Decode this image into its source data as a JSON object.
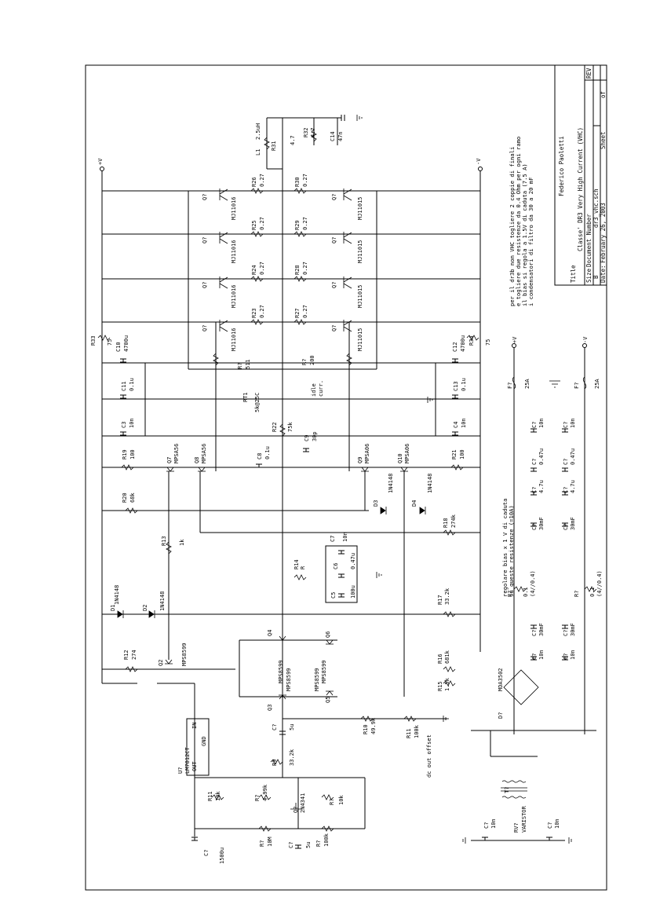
{
  "title_block": {
    "author": "Federico Paoletti",
    "title_label": "Title",
    "title": "Classe' DR3 Very High Current (VHC)",
    "size_label": "Size",
    "size": "B",
    "docnum_label": "Document Number",
    "docnum": "dr3_vhc.sch",
    "rev_label": "REV",
    "date_label": "Date:",
    "date": "February 26, 2003",
    "sheet_label": "Sheet",
    "of_label": "of"
  },
  "notes": {
    "top": [
      "per il dr3b non VHC togliere 2 coppie di finali",
      "e togliere due resistenze da 0.4 Ohm per ogni ramo",
      "il bias si regola a 1.5V di caduta (7.5 A)",
      "i condensatori di filtro da 30 a 20 mF"
    ],
    "bias": [
      "regolare bias x 1 V di caduta",
      "su queste resistenze (=10A)"
    ],
    "offset": "dc out offset",
    "idle": [
      "idle",
      "curr."
    ]
  },
  "rails": {
    "pos": "+V",
    "neg": "-V"
  },
  "components": {
    "L1": [
      "L1",
      "2.5uH"
    ],
    "R31": [
      "R31",
      "4.7"
    ],
    "R32": [
      "R32",
      "4.7"
    ],
    "C14": [
      "C14",
      "47n"
    ],
    "R26": [
      "R26",
      "0.27"
    ],
    "R25": [
      "R25",
      "0.27"
    ],
    "R24": [
      "R24",
      "0.27"
    ],
    "R23": [
      "R23",
      "0.27"
    ],
    "R30": [
      "R30",
      "0.27"
    ],
    "R29": [
      "R29",
      "0.27"
    ],
    "R28": [
      "R28",
      "0.27"
    ],
    "R27": [
      "R27",
      "0.27"
    ],
    "Q_n": [
      "Q?",
      "MJ11016"
    ],
    "Q_p": [
      "Q?",
      "MJ11015"
    ],
    "R33": [
      "R33",
      "75"
    ],
    "R34": [
      "R34",
      "75"
    ],
    "C10": [
      "C10",
      "4700u"
    ],
    "C12": [
      "C12",
      "4700u"
    ],
    "C11": [
      "C11",
      "0.1u"
    ],
    "C13": [
      "C13",
      "0.1u"
    ],
    "C3": [
      "C3",
      "10n"
    ],
    "C4": [
      "C4",
      "10n"
    ],
    "R7a": [
      "R?",
      "511"
    ],
    "R7b": [
      "R?",
      "200"
    ],
    "RT1": [
      "RT1",
      "5k@25C"
    ],
    "R22": [
      "R22",
      "75k"
    ],
    "C9": [
      "C9",
      "30p"
    ],
    "C8": [
      "C8",
      "0.1u"
    ],
    "Q7": [
      "Q7",
      "MPSA56"
    ],
    "Q8": [
      "Q8",
      "MPSA56"
    ],
    "Q9": [
      "Q9",
      "MPSA06"
    ],
    "Q10": [
      "Q10",
      "MPSA06"
    ],
    "R19": [
      "R19",
      "100"
    ],
    "R21": [
      "R21",
      "100"
    ],
    "R20": [
      "R20",
      "68k"
    ],
    "D3": [
      "D3",
      "1N4148"
    ],
    "D4": [
      "D4",
      "1N4148"
    ],
    "R18": [
      "R18",
      "274k"
    ],
    "R13": [
      "R13",
      "1k"
    ],
    "R14": [
      "R14",
      "R"
    ],
    "C7a": [
      "C7",
      "10n"
    ],
    "C6": [
      "C6",
      "0.47u"
    ],
    "C5": [
      "C5",
      "100u"
    ],
    "R17": [
      "R17",
      "33.2k"
    ],
    "D1": [
      "D1",
      "1N4148"
    ],
    "D2": [
      "D2",
      "1N4148"
    ],
    "Q4": [
      "Q4",
      "MPS8599"
    ],
    "Q6": [
      "Q6",
      "MPS8599"
    ],
    "Q3": [
      "Q3",
      "MPS8599"
    ],
    "Q5": [
      "Q5",
      "MPS8599"
    ],
    "R12": [
      "R12",
      "274"
    ],
    "Q2": [
      "Q2",
      "MPS8599"
    ],
    "R16": [
      "R16",
      "681k"
    ],
    "R15": [
      "R15",
      "1.5k"
    ],
    "U1": [
      "U?",
      "LM7812CT"
    ],
    "U1_pins": [
      "IN",
      "OUT",
      "GND"
    ],
    "C7b": [
      "C?",
      "5u"
    ],
    "R9": [
      "R9",
      "33.2k"
    ],
    "R10": [
      "R10",
      "49.9k"
    ],
    "R11": [
      "R11",
      "100k"
    ],
    "R11b": [
      "R11",
      "10k"
    ],
    "R7c": [
      "R?",
      "4.99k"
    ],
    "Q1": [
      "Q?",
      "2N4341"
    ],
    "R7d": [
      "R?",
      "10k"
    ],
    "C7c": [
      "C?",
      "1500u"
    ],
    "R7e": [
      "R?",
      "10M"
    ],
    "C7d": [
      "C?",
      "5u"
    ],
    "R7f": [
      "R?",
      "100k"
    ],
    "F1": [
      "F?",
      "25A"
    ],
    "F2": [
      "F?",
      "25A"
    ],
    "C_p": [
      [
        "C?",
        "10n"
      ],
      [
        "C?",
        "0.47u"
      ],
      [
        "C?",
        "4.7u"
      ],
      [
        "C?",
        "30mF"
      ]
    ],
    "C_n": [
      [
        "C?",
        "10n"
      ],
      [
        "C?",
        "0.47u"
      ],
      [
        "C?",
        "4.7u"
      ],
      [
        "C?",
        "30mF"
      ]
    ],
    "Rs1": [
      "R?",
      "0.1",
      "(4//0.4)"
    ],
    "Rs2": [
      "R?",
      "0.1",
      "(4//0.4)"
    ],
    "C_lp": [
      [
        "C?",
        "30mF"
      ],
      [
        "C?",
        "10n"
      ]
    ],
    "C_ln": [
      [
        "C?",
        "30mF"
      ],
      [
        "C?",
        "10n"
      ]
    ],
    "D7": [
      "D?",
      "MDA3502"
    ],
    "T1": [
      "T?"
    ],
    "RV1": [
      "RV?",
      "VARISTOR"
    ],
    "C_in1": [
      "C?",
      "10n"
    ],
    "C_in2": [
      "C?",
      "10n"
    ]
  }
}
